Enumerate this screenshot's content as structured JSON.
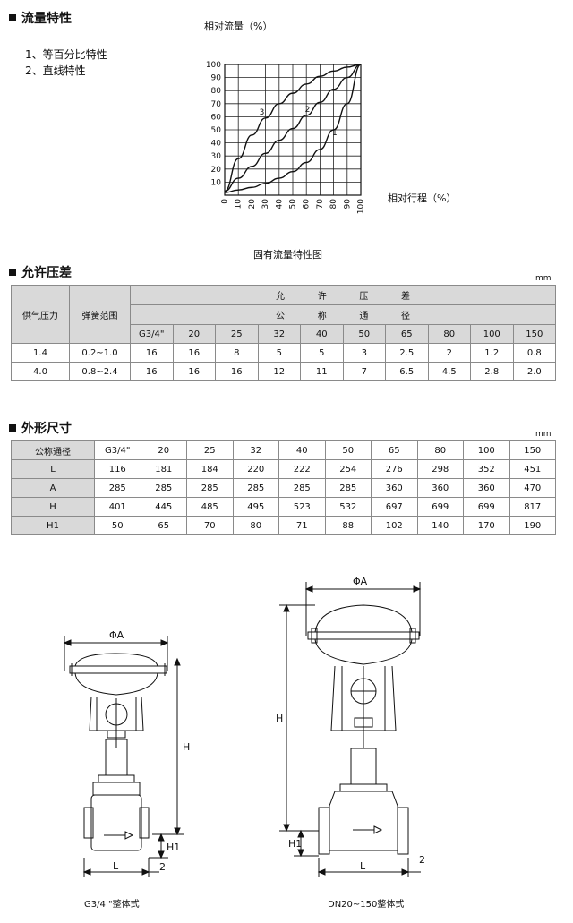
{
  "flow": {
    "title": "流量特性",
    "items": [
      "1、等百分比特性",
      "2、直线特性"
    ],
    "chart_ylabel": "相对流量（%）",
    "chart_xlabel": "相对行程（%）",
    "caption": "固有流量特性图"
  },
  "chart_data": {
    "type": "line",
    "title": "固有流量特性图",
    "xlabel": "相对行程（%）",
    "ylabel": "相对流量（%）",
    "x": [
      0,
      10,
      20,
      30,
      40,
      50,
      60,
      70,
      80,
      90,
      100
    ],
    "xlim": [
      0,
      100
    ],
    "ylim": [
      0,
      100
    ],
    "xticks": [
      "0",
      "10",
      "20",
      "30",
      "40",
      "50",
      "60",
      "70",
      "80",
      "90",
      "100"
    ],
    "yticks": [
      "10",
      "20",
      "30",
      "40",
      "50",
      "60",
      "70",
      "80",
      "90",
      "100"
    ],
    "grid": true,
    "series": [
      {
        "name": "1",
        "values": [
          2,
          4,
          6,
          9,
          13,
          18,
          25,
          35,
          50,
          70,
          100
        ]
      },
      {
        "name": "2",
        "values": [
          3,
          13,
          22,
          32,
          42,
          51,
          61,
          71,
          81,
          90,
          100
        ]
      },
      {
        "name": "3",
        "values": [
          3,
          28,
          46,
          59,
          70,
          78,
          85,
          91,
          95,
          98,
          100
        ]
      }
    ]
  },
  "pressure": {
    "title": "允许压差",
    "unit": "mm",
    "h_supply": "供气压力",
    "h_spring": "弹簧范围",
    "h_allow": [
      "允",
      "许",
      "压",
      "差"
    ],
    "h_nominal": [
      "公",
      "称",
      "通",
      "径"
    ],
    "sizes": [
      "G3/4\"",
      "20",
      "25",
      "32",
      "40",
      "50",
      "65",
      "80",
      "100",
      "150"
    ],
    "rows": [
      {
        "supply": "1.4",
        "spring": "0.2~1.0",
        "values": [
          "16",
          "16",
          "8",
          "5",
          "5",
          "3",
          "2.5",
          "2",
          "1.2",
          "0.8"
        ]
      },
      {
        "supply": "4.0",
        "spring": "0.8~2.4",
        "values": [
          "16",
          "16",
          "16",
          "12",
          "11",
          "7",
          "6.5",
          "4.5",
          "2.8",
          "2.0"
        ]
      }
    ]
  },
  "dims": {
    "title": "外形尺寸",
    "unit": "mm",
    "header_label": "公称通径",
    "sizes": [
      "G3/4\"",
      "20",
      "25",
      "32",
      "40",
      "50",
      "65",
      "80",
      "100",
      "150"
    ],
    "rows": [
      {
        "label": "L",
        "values": [
          "116",
          "181",
          "184",
          "220",
          "222",
          "254",
          "276",
          "298",
          "352",
          "451"
        ]
      },
      {
        "label": "A",
        "values": [
          "285",
          "285",
          "285",
          "285",
          "285",
          "285",
          "360",
          "360",
          "360",
          "470"
        ]
      },
      {
        "label": "H",
        "values": [
          "401",
          "445",
          "485",
          "495",
          "523",
          "532",
          "697",
          "699",
          "699",
          "817"
        ]
      },
      {
        "label": "H1",
        "values": [
          "50",
          "65",
          "70",
          "80",
          "71",
          "88",
          "102",
          "140",
          "170",
          "190"
        ]
      }
    ]
  },
  "drawings": {
    "left_caption": "G3/4 \"整体式",
    "right_caption": "DN20~150整体式",
    "label_phiA": "ΦA",
    "label_H": "H",
    "label_H1": "H1",
    "label_L": "L",
    "label_2": "2"
  }
}
